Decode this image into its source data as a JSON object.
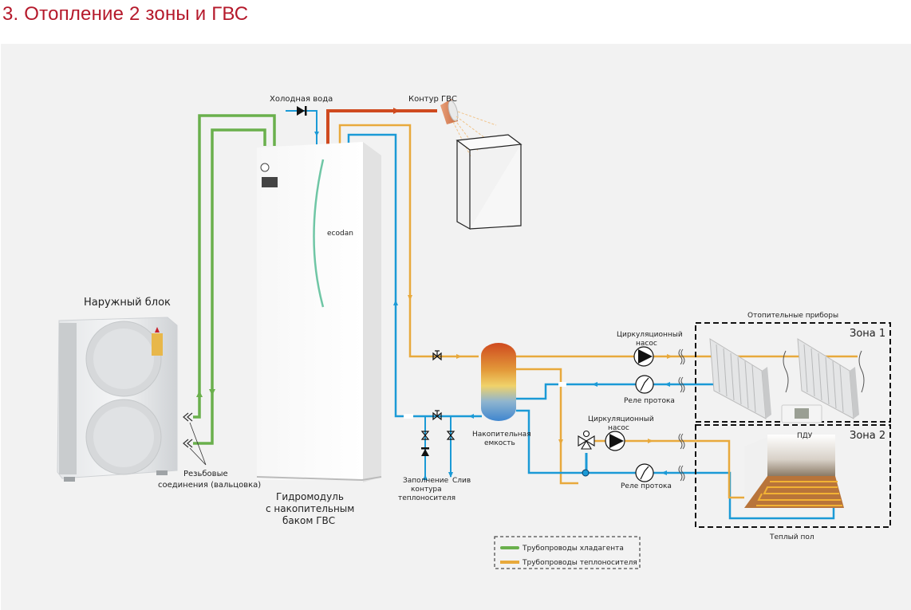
{
  "title": "3. Отопление 2 зоны и ГВС",
  "colors": {
    "title": "#b5192b",
    "panel_bg": "#f2f2f2",
    "refrigerant_pipe": "#6ab04c",
    "coolant_hot_pipe": "#e8a93c",
    "coolant_return_pipe": "#1b9ad6",
    "dhw_pipe": "#cf4a1f"
  },
  "labels": {
    "cold_water": "Холодная вода",
    "dhw_circuit": "Контур ГВС",
    "outdoor_unit": "Наружный блок",
    "threaded_connections_line1": "Резьбовые",
    "threaded_connections_line2": "соединения (вальцовка)",
    "hydromodule_line1": "Гидромодуль",
    "hydromodule_line2": "с накопительным",
    "hydromodule_line3": "баком ГВС",
    "fill_line1": "Заполнение",
    "fill_line2": "контура",
    "fill_line3": "теплоносителя",
    "drain": "Слив",
    "buffer_tank_line1": "Накопительная",
    "buffer_tank_line2": "емкость",
    "pump1_line1": "Циркуляционный",
    "pump1_line2": "насос",
    "flow_relay1": "Реле протока",
    "pump2_line1": "Циркуляционный",
    "pump2_line2": "насос",
    "flow_relay2": "Реле протока",
    "heaters": "Отопительные приборы",
    "zone1": "Зона 1",
    "zone2": "Зона 2",
    "remote": "ПДУ",
    "floor_heating": "Теплый пол",
    "unit_brand": "ecodan"
  },
  "legend": {
    "items": [
      {
        "label": "Трубопроводы хладагента",
        "color": "#6ab04c"
      },
      {
        "label": "Трубопроводы теплоносителя",
        "color": "#e8a93c"
      }
    ]
  }
}
